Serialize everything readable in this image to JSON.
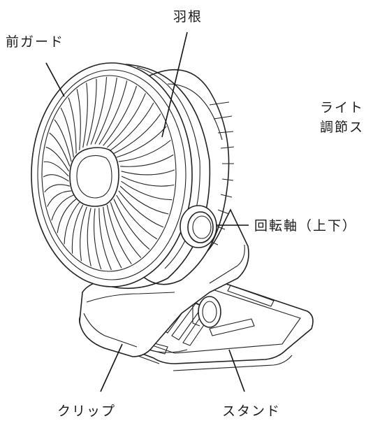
{
  "labels": {
    "front_guard": "前ガード",
    "blade": "羽根",
    "light_adjust_line1": "ライト",
    "light_adjust_line2": "調節ス",
    "rotation_axis": "回転軸（上下）",
    "clip": "クリップ",
    "stand": "スタンド"
  },
  "colors": {
    "line": "#222222",
    "background": "#ffffff"
  }
}
